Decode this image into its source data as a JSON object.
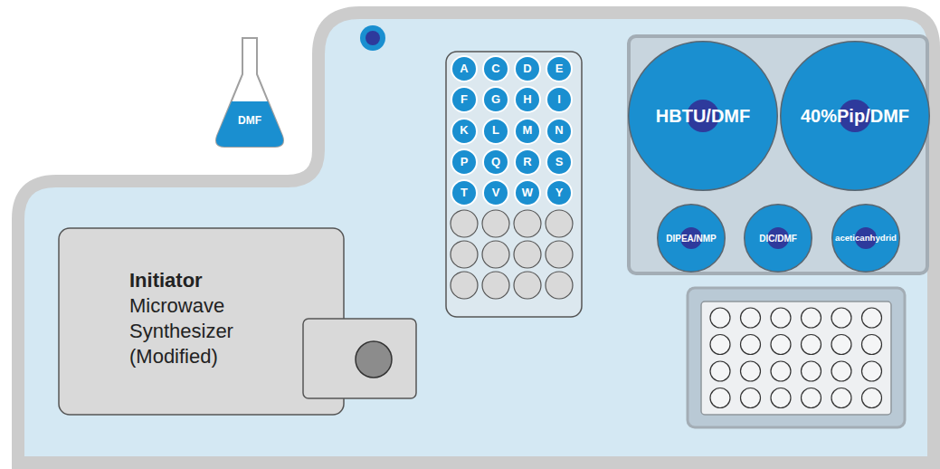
{
  "diagram": {
    "nodes": [
      {
        "text": [
          "DMF"
        ]
      },
      {
        "text": [
          "A"
        ]
      },
      {
        "text": [
          "C"
        ]
      },
      {
        "text": [
          "D"
        ]
      },
      {
        "text": [
          "E"
        ]
      },
      {
        "text": [
          "F"
        ]
      },
      {
        "text": [
          "G"
        ]
      },
      {
        "text": [
          "H"
        ]
      },
      {
        "text": [
          "I"
        ]
      },
      {
        "text": [
          "K"
        ]
      },
      {
        "text": [
          "L"
        ]
      },
      {
        "text": [
          "M"
        ]
      },
      {
        "text": [
          "N"
        ]
      },
      {
        "text": [
          "P"
        ]
      },
      {
        "text": [
          "Q"
        ]
      },
      {
        "text": [
          "R"
        ]
      },
      {
        "text": [
          "S"
        ]
      },
      {
        "text": [
          "T"
        ]
      },
      {
        "text": [
          "V"
        ]
      },
      {
        "text": [
          "W"
        ]
      },
      {
        "text": [
          "Y"
        ]
      },
      {
        "text": [
          "HBTU/DMF"
        ]
      },
      {
        "text": [
          "40%Pip/DMF"
        ]
      },
      {
        "text": [
          "DIPEA/NMP"
        ]
      },
      {
        "text": [
          "DIC/DMF"
        ]
      },
      {
        "text": [
          "aceticanhydrid"
        ]
      },
      {
        "text": [
          "Initiator",
          "Microwave Synthesizer (Modified)"
        ]
      }
    ]
  }
}
